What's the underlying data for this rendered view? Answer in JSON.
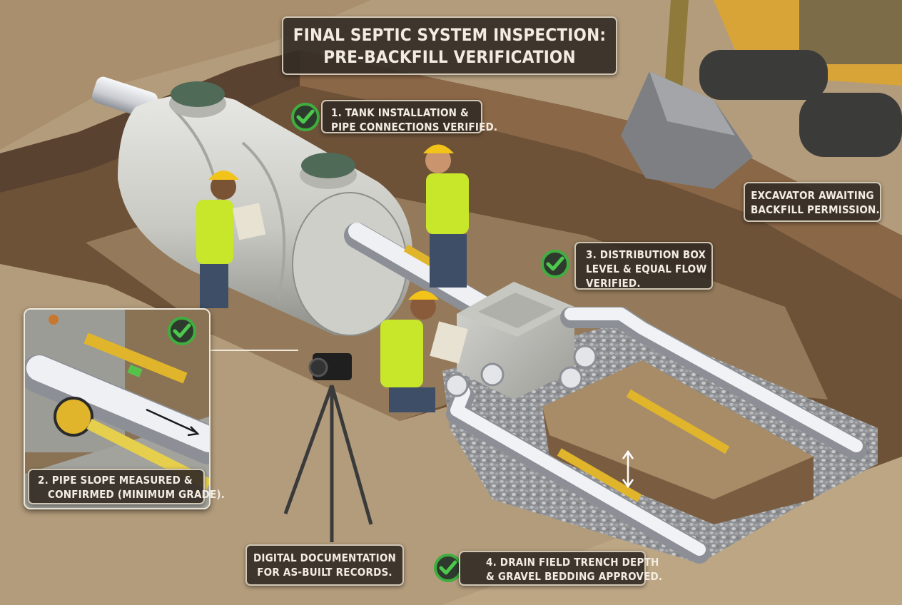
{
  "title": {
    "line1": "FINAL SEPTIC SYSTEM INSPECTION:",
    "line2": "PRE-BACKFILL VERIFICATION"
  },
  "callouts": {
    "tank": {
      "line1": "1. TANK INSTALLATION &",
      "line2": "PIPE CONNECTIONS VERIFIED.",
      "status": "approved",
      "icon": "check-circle-icon"
    },
    "slope": {
      "line1": "2. PIPE SLOPE MEASURED &",
      "line2": "CONFIRMED (MINIMUM GRADE).",
      "status": "approved",
      "icon": "check-circle-icon"
    },
    "dbox": {
      "line1": "3. DISTRIBUTION BOX",
      "line2": "LEVEL & EQUAL FLOW",
      "line3": "VERIFIED.",
      "status": "approved",
      "icon": "check-circle-icon"
    },
    "drainfield": {
      "line1": "4. DRAIN FIELD TRENCH DEPTH",
      "line2": "& GRAVEL BEDDING APPROVED.",
      "status": "approved",
      "icon": "check-circle-icon"
    },
    "excavator": {
      "line1": "EXCAVATOR AWAITING",
      "line2": "BACKFILL PERMISSION."
    },
    "documentation": {
      "line1": "DIGITAL DOCUMENTATION",
      "line2": "FOR AS-BUILT RECORDS."
    }
  },
  "colors": {
    "label_bg": "#342d26",
    "label_text": "#f2ece2",
    "check_green": "#3fae3f",
    "soil": "#b39c7c",
    "concrete": "#c9c9c4",
    "pipe": "#e3e5e8",
    "safety_vest": "#c8e62a",
    "hard_hat": "#f2c419",
    "excavator": "#d9a437"
  }
}
